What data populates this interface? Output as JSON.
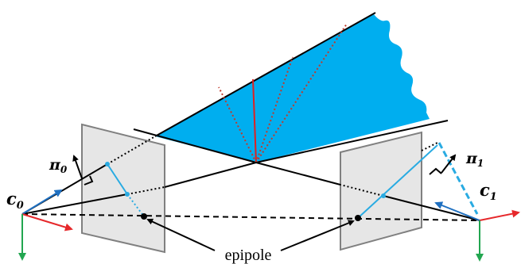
{
  "labels": {
    "camera0": {
      "base": "c",
      "subscript": "0"
    },
    "camera1": {
      "base": "c",
      "subscript": "1"
    },
    "plane0": {
      "base": "π",
      "subscript": "0"
    },
    "plane1": {
      "base": "π",
      "subscript": "1"
    },
    "epipole": "epipole"
  },
  "colors": {
    "epipolar_plane_fill": "#00AEEF",
    "image_plane_fill": "#E6E6E6",
    "image_plane_stroke": "#808080",
    "epipolar_line": "#29ABE2",
    "red_ray": "#E02020",
    "red_axis": "#E6282B",
    "blue_axis": "#1F70C1",
    "green_axis": "#22A650",
    "line": "#000000"
  },
  "icons": {
    "epipole_point": "filled-dot",
    "normal_arrow": "arrow-icon",
    "right_angle": "perpendicular-mark"
  }
}
